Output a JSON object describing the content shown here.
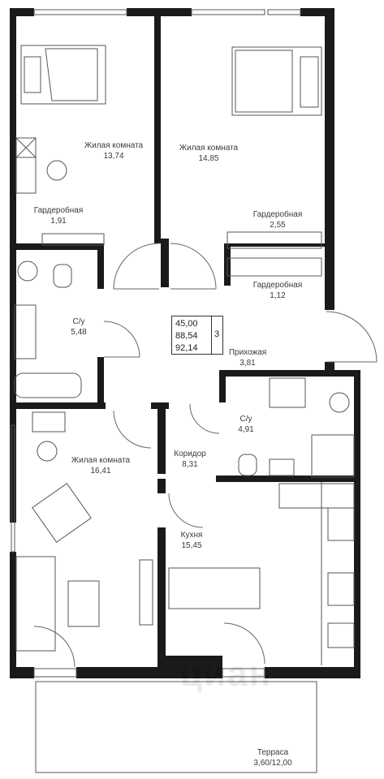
{
  "rooms": [
    {
      "id": "bedroom1",
      "name": "Жилая комната",
      "area": "13,74"
    },
    {
      "id": "bedroom2",
      "name": "Жилая комната",
      "area": "14,85"
    },
    {
      "id": "wardrobe1",
      "name": "Гардеробная",
      "area": "1,91"
    },
    {
      "id": "wardrobe2",
      "name": "Гардеробная",
      "area": "2,55"
    },
    {
      "id": "wardrobe3",
      "name": "Гардеробная",
      "area": "1,12"
    },
    {
      "id": "bath1",
      "name": "С/у",
      "area": "5,48"
    },
    {
      "id": "hall",
      "name": "Прихожая",
      "area": "3,81"
    },
    {
      "id": "bath2",
      "name": "С/у",
      "area": "4,91"
    },
    {
      "id": "bedroom3",
      "name": "Жилая комната",
      "area": "16,41"
    },
    {
      "id": "corridor",
      "name": "Коридор",
      "area": "8,31"
    },
    {
      "id": "kitchen",
      "name": "Кухня",
      "area": "15,45"
    },
    {
      "id": "terrace",
      "name": "Терраса",
      "area": "3,60/12,00"
    }
  ],
  "summary": {
    "living": "45,00",
    "total": "88,54",
    "total_with_terrace": "92,14",
    "rooms": "3"
  },
  "watermark": "циан",
  "colors": {
    "wall": "#1a1a1a",
    "line": "#555555",
    "text": "#3a3a3a"
  }
}
